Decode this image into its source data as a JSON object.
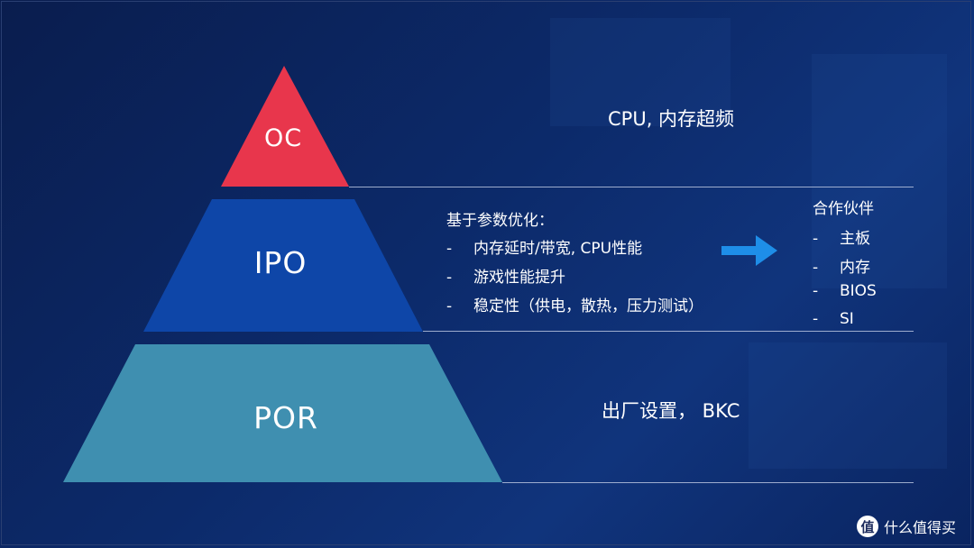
{
  "pyramid": {
    "tiers": [
      {
        "label": "OC",
        "color": "#e8364c"
      },
      {
        "label": "IPO",
        "color": "#0e46a8"
      },
      {
        "label": "POR",
        "color": "#3f8fb0"
      }
    ]
  },
  "oc": {
    "text": "CPU, 内存超频"
  },
  "ipo": {
    "heading": "基于参数优化：",
    "items": [
      "内存延时/带宽, CPU性能",
      "游戏性能提升",
      "稳定性（供电，散热，压力测试）"
    ],
    "bullet": "-"
  },
  "partners": {
    "title": "合作伙伴",
    "items": [
      "主板",
      "内存",
      "BIOS",
      "SI"
    ]
  },
  "por": {
    "text": "出厂设置， BKC"
  },
  "arrow": {
    "color": "#1e8ee8"
  },
  "watermark": {
    "logo": "值",
    "text": "什么值得买"
  }
}
